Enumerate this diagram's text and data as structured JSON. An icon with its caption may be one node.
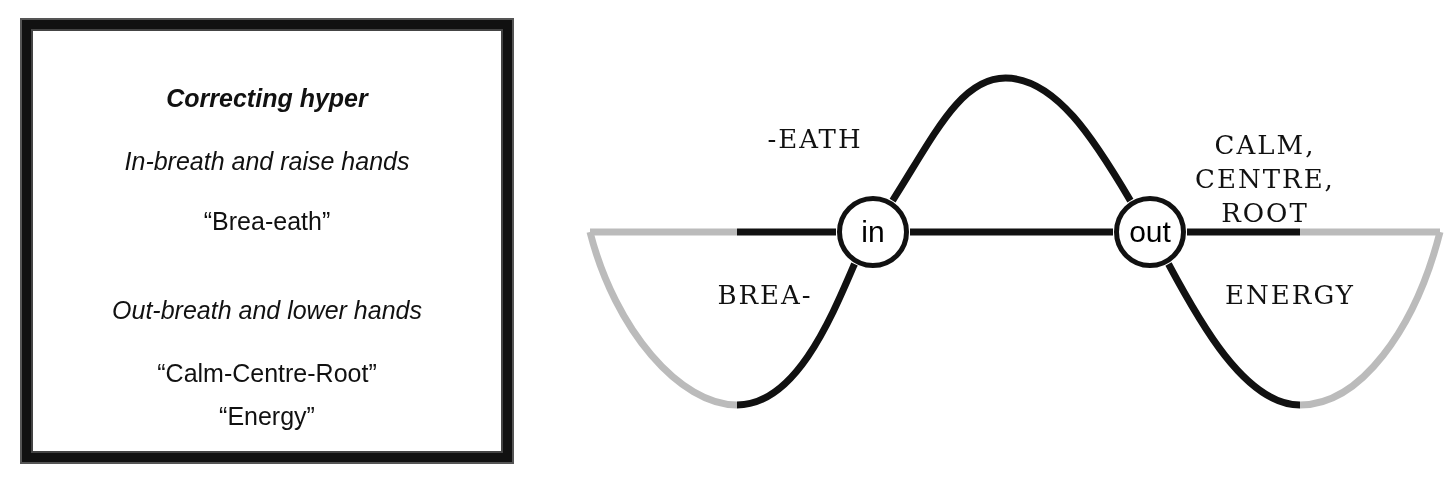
{
  "diagram": {
    "nodes": [
      {
        "text": [
          "Correcting hyper",
          "In-breath and raise hands",
          "“Brea-eath”",
          "Out-breath and lower hands",
          "“Calm-Centre-Root”",
          "“Energy”"
        ]
      },
      {
        "text": [
          "in"
        ]
      },
      {
        "text": [
          "out"
        ]
      }
    ],
    "edges": [
      {
        "from": null,
        "to": 1,
        "arrow": "none"
      },
      {
        "from": null,
        "to": 1,
        "arrow": "none"
      },
      {
        "from": 1,
        "to": 2,
        "arrow": "none"
      },
      {
        "from": 1,
        "to": 2,
        "arrow": "none"
      },
      {
        "from": 2,
        "to": null,
        "arrow": "none"
      },
      {
        "from": 2,
        "to": null,
        "arrow": "none"
      }
    ],
    "labels": [
      "-EATH",
      "CALM, CENTRE, ROOT",
      "BREA-",
      "ENERGY"
    ]
  }
}
